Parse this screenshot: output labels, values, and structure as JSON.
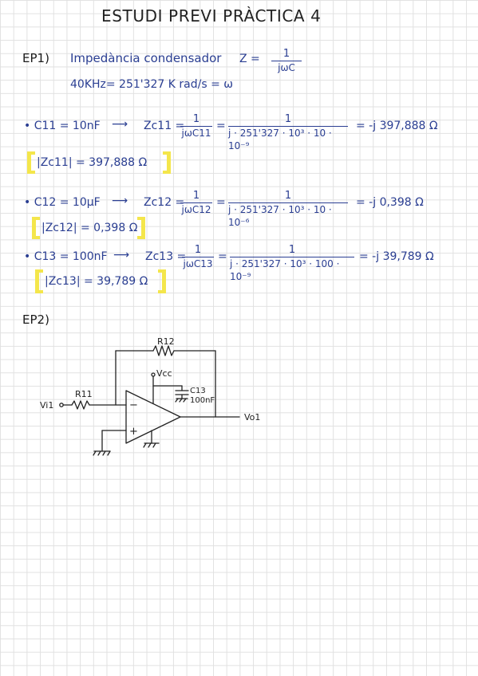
{
  "title": "ESTUDI PREVI PRÀCTICA 4",
  "ep1": {
    "label": "EP1)",
    "heading": "Impedància condensador",
    "formula_lhs": "Z =",
    "formula_num": "1",
    "formula_den": "jωC",
    "frequency": "40KHz= 251'327 K rad/s = ω"
  },
  "rows": [
    {
      "def": "• C11 = 10nF",
      "arrow": "⟶",
      "zlabel": "Zc11 =",
      "f1_num": "1",
      "f1_den": "jωC11",
      "eq": "=",
      "f2_num": "1",
      "f2_den": "j · 251'327 · 10³ · 10 · 10⁻⁹",
      "result": "= -j 397,888 Ω",
      "abs": "|Zc11| = 397,888 Ω"
    },
    {
      "def": "• C12 = 10μF",
      "arrow": "⟶",
      "zlabel": "Zc12 =",
      "f1_num": "1",
      "f1_den": "jωC12",
      "eq": "=",
      "f2_num": "1",
      "f2_den": "j · 251'327 · 10³ · 10 · 10⁻⁶",
      "result": "= -j 0,398 Ω",
      "abs": "|Zc12| = 0,398 Ω"
    },
    {
      "def": "• C13 = 100nF",
      "arrow": "⟶",
      "zlabel": "Zc13 =",
      "f1_num": "1",
      "f1_den": "jωC13",
      "eq": "=",
      "f2_num": "1",
      "f2_den": "j · 251'327 · 10³ · 100 · 10⁻⁹",
      "result": "= -j 39,789 Ω",
      "abs": "|Zc13| = 39,789 Ω"
    }
  ],
  "ep2": {
    "label": "EP2)",
    "circuit": {
      "r12": "R12",
      "vcc": "Vcc",
      "c13": "C13",
      "c13_value": "100nF",
      "r11": "R11",
      "vi1": "Vi1",
      "vo1": "Vo1",
      "minus": "−",
      "plus": "+"
    }
  },
  "colors": {
    "ink": "#2a3e92",
    "highlight": "#f4e64b",
    "grid": "#e1e1e1"
  }
}
